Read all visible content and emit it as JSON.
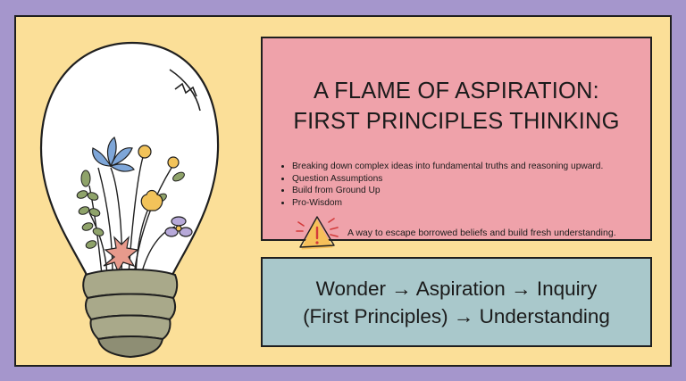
{
  "title": {
    "line1": "A FLAME OF ASPIRATION:",
    "line2": "FIRST PRINCIPLES THINKING"
  },
  "bullets": [
    "Breaking down complex ideas into fundamental truths and reasoning upward.",
    "Question Assumptions",
    "Build from Ground Up",
    "Pro-Wisdom"
  ],
  "tagline": "A way to escape borrowed beliefs and build fresh understanding.",
  "flow": {
    "line1": "Wonder → Aspiration → Inquiry",
    "line2": "(First Principles) → Understanding"
  },
  "colors": {
    "background": "#a596cc",
    "canvas": "#fbdf98",
    "title_card": "#efa2aa",
    "flow_card": "#a9c8cb"
  },
  "icons": {
    "illustration": "lightbulb-with-flowers-icon",
    "warning": "warning-triangle-icon"
  }
}
